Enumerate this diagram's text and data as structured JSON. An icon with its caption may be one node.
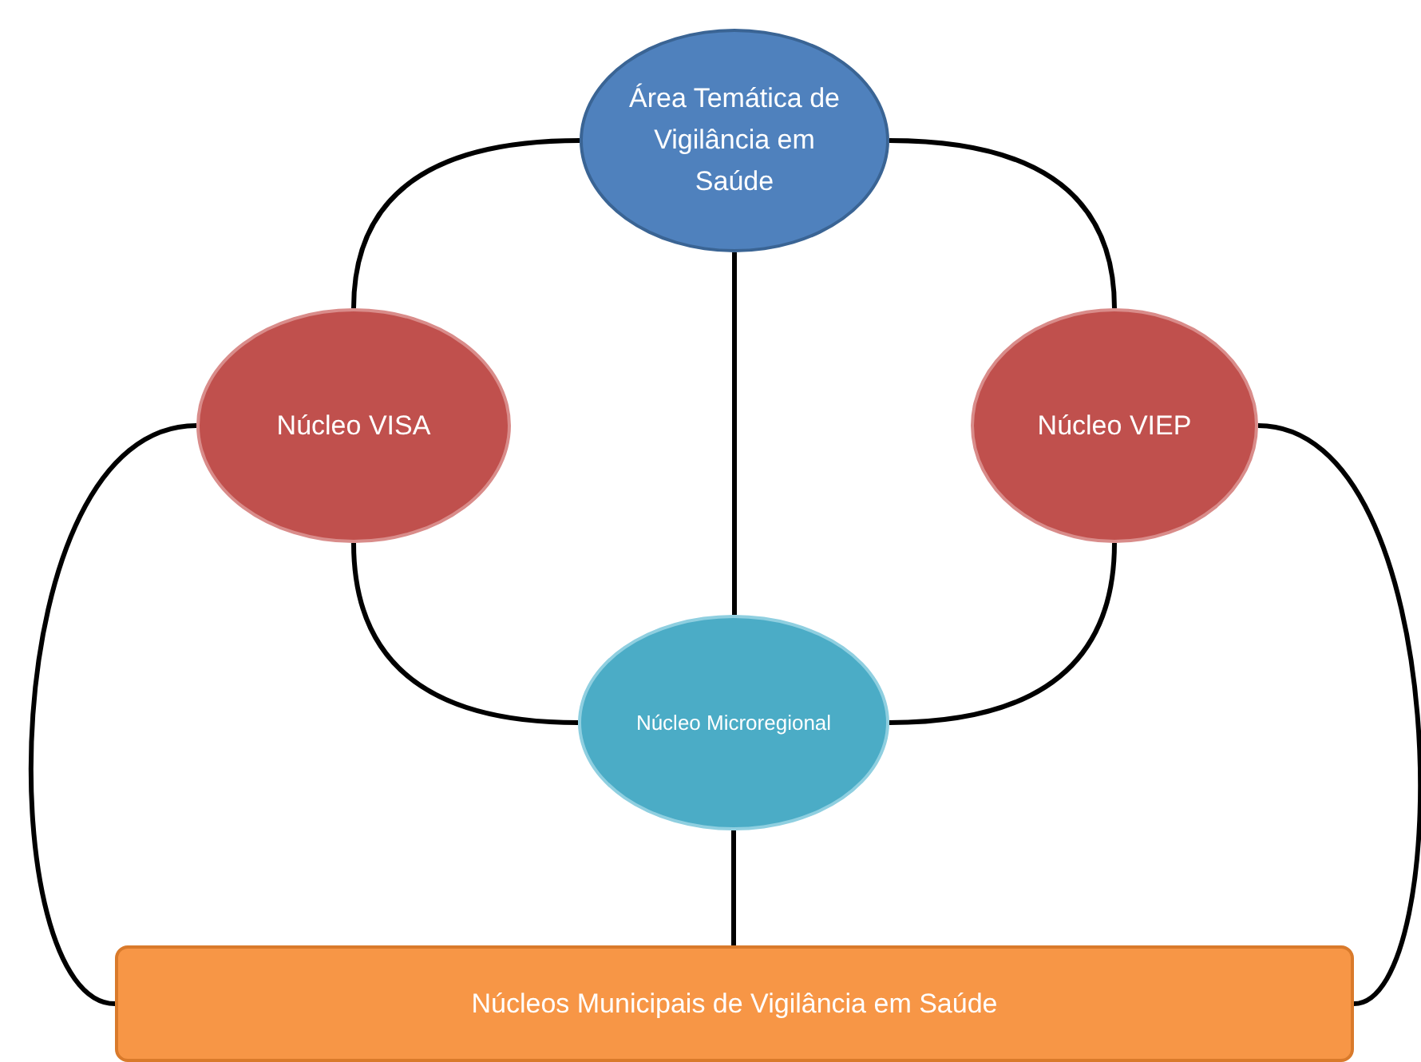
{
  "diagram": {
    "nodes": [
      {
        "text": [
          "Área Temática de Vigilância em Saúde"
        ]
      },
      {
        "text": [
          "Núcleo VISA"
        ]
      },
      {
        "text": [
          "Núcleo VIEP"
        ]
      },
      {
        "text": [
          "Núcleo Microregional"
        ]
      },
      {
        "text": [
          "Núcleos Municipais de Vigilância em Saúde"
        ]
      }
    ],
    "edges": [
      {
        "from": 0,
        "to": 1,
        "arrow": "none"
      },
      {
        "from": 0,
        "to": 2,
        "arrow": "none"
      },
      {
        "from": 0,
        "to": 3,
        "arrow": "none"
      },
      {
        "from": 1,
        "to": 3,
        "arrow": "none"
      },
      {
        "from": 2,
        "to": 3,
        "arrow": "none"
      },
      {
        "from": 1,
        "to": 4,
        "arrow": "none"
      },
      {
        "from": 2,
        "to": 4,
        "arrow": "none"
      },
      {
        "from": 3,
        "to": 4,
        "arrow": "none"
      }
    ]
  }
}
